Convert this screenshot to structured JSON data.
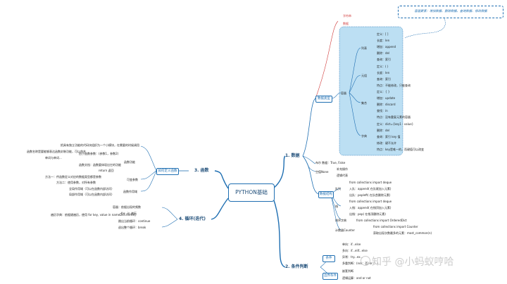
{
  "title": "PYTHON基础",
  "note": "容器要素：增加数据、删除数据、查询数据、修改数据",
  "branches": {
    "basics": "1. 数据",
    "conditions": "2. 条件判断",
    "functions": "3. 函数",
    "loops": "4. 循环(迭代)"
  },
  "basics": {
    "top_links": [
      "字符串",
      "数据"
    ],
    "data_types": "数据类型",
    "container": "容器",
    "list": "列表",
    "tuple": "元组",
    "set": "集合",
    "dict": "字典",
    "list_items": [
      "定义：[ ]",
      "长度：len",
      "增加：append",
      "删除：del",
      "查询：索引"
    ],
    "tuple_items": [
      "定义：( )",
      "长度：len",
      "查询：索引",
      "特点：不能修改，只能查询"
    ],
    "set_items": [
      "定义：{ }",
      "增加：update",
      "删除：discard",
      "查找：in",
      "特点：没有重复元素的容器"
    ],
    "dict_items": [
      "定义：dict={key1 : value}",
      "删除：del",
      "查询：索引 key 值",
      "修改：键不允许",
      "特点：key是唯一的，而键值可以改变"
    ],
    "bool": "布尔   数据：True, False",
    "none": "空值None",
    "none_items": [
      "补充操作",
      "逻辑代表"
    ],
    "data_struct": "数据结构",
    "queue": "队列",
    "queue_items": [
      "from collections import deque",
      "入队：append( 在队尾加入元素)",
      "出队：popleft( 在队首删除元素)"
    ],
    "stack": "栈",
    "stack_items": [
      "from collections import deque",
      "入栈：append( 在栈顶加入元素)",
      "出栈：pop( 在栈顶删除元素)"
    ],
    "ordered": "排序字典",
    "ordered_item": "from collections import OrderedDict",
    "counter": "计数器Counter",
    "counter_items": [
      "from collections import Counter",
      "获取出现次数最多的元素：most_common(n)"
    ]
  },
  "conditions": {
    "cond": "条件",
    "cond_items": [
      "单向：if...else",
      "多向：if...elif...else",
      "异常：try...ex...",
      "多重判断：(not：否) or (...)",
      "嵌套判断",
      "逻辑运算：and or not"
    ],
    "judge": "边界条件"
  },
  "functions": {
    "define": "如何定义函数",
    "items": [
      "把具有独立功能的代码块组织为一个小模块，在需要的时候调用",
      "函数名称是要能够表达函数封装功能，可以命名",
      "单词与单词...",
      "由于函数参数：(参数1，参数2)",
      "函数功能",
      "函数文档：函数要体现出它的功能",
      "return 返回",
      "方法一：传函数定义对应的数据类型都是参数",
      "方法二：使用参数，对所有参数",
      "可变参数",
      "全局作用域（可以在函数内部访问）",
      "局部作用域（可以在函数内部访问）",
      "函数作用域"
    ]
  },
  "loops": {
    "items": [
      "容器：依据出现的频数",
      "for...in 遍历",
      "遍历字典：依据键遍历，使用 for key, value in nameDict.items()",
      "跳出当前循环：continue",
      "退出整个循环：break"
    ]
  },
  "watermark": "知乎 @小蚂蚁哼哈"
}
